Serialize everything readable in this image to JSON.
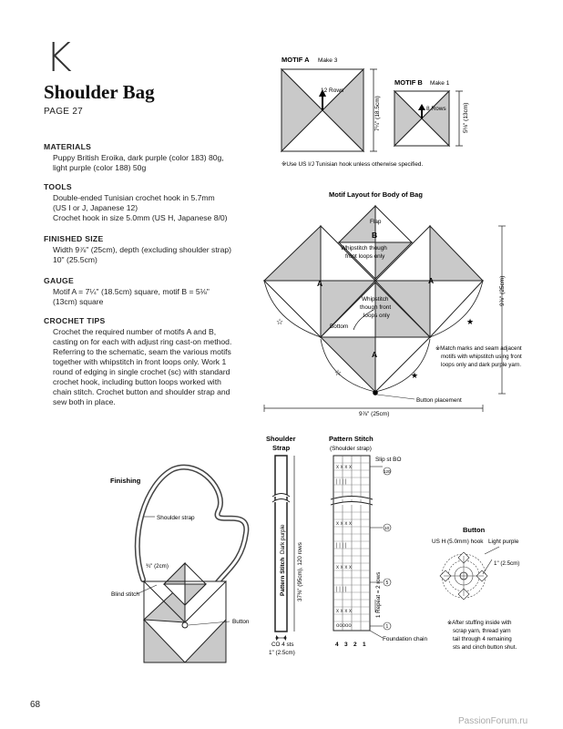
{
  "header": {
    "letter": "K",
    "title": "Shoulder Bag",
    "page_ref": "PAGE 27"
  },
  "materials": {
    "heading": "MATERIALS",
    "text": "Puppy British Eroika, dark purple (color 183) 80g,\nlight purple (color 188) 50g"
  },
  "tools": {
    "heading": "TOOLS",
    "text": "Double-ended Tunisian crochet hook in 5.7mm\n(US I or J, Japanese 12)\nCrochet hook in size 5.0mm (US H, Japanese 8/0)"
  },
  "finished_size": {
    "heading": "FINISHED SIZE",
    "text": "Width 9⅞\" (25cm), depth (excluding shoulder strap)\n10\" (25.5cm)"
  },
  "gauge": {
    "heading": "GAUGE",
    "text": "Motif A = 7¼\" (18.5cm) square, motif B = 5⅛\"\n(13cm) square"
  },
  "crochet_tips": {
    "heading": "CROCHET TIPS",
    "text": "Crochet the required number of motifs A and B,\ncasting on for each with adjust ring cast-on method.\nReferring to the schematic, seam the various motifs\ntogether with whipstitch in front loops only. Work 1\nround of edging in single crochet (sc) with standard\ncrochet hook, including button loops worked with\nchain stitch. Crochet button and shoulder strap and\nsew both in place."
  },
  "motif_a": {
    "label": "MOTIF A",
    "make": "Make 3",
    "rows": "12 Rows",
    "size": "7¼\" (18.5cm)"
  },
  "motif_b": {
    "label": "MOTIF B",
    "make": "Make 1",
    "rows": "8 Rows",
    "size": "5⅛\" (13cm)"
  },
  "hook_note": "※Use US I/J Tunisian hook unless otherwise specified.",
  "layout": {
    "title": "Motif Layout for Body of Bag",
    "flap": "Flap",
    "b": "B",
    "whip1a": "Whipstitch though",
    "whip1b": "front loops only",
    "a_left": "A",
    "a_right": "A",
    "a_bottom": "A",
    "whip2a": "Whipstitch",
    "whip2b": "though front",
    "whip2c": "loops only",
    "bottom": "Bottom",
    "depth": "9⅞\" (25cm)",
    "width": "9⅞\" (25cm)",
    "button_placement": "Button placement",
    "match_a": "※Match marks and seam adjacent",
    "match_b": "motifs with whipstitch using front",
    "match_c": "loops only and dark purple yarn."
  },
  "finishing": {
    "title": "Finishing",
    "shoulder_strap": "Shoulder strap",
    "blind_stitch": "Blind stitch",
    "button": "Button",
    "measure": "¾\" (2cm)"
  },
  "strap": {
    "title_a": "Shoulder",
    "title_b": "Strap",
    "pattern": "Pattern Stitch",
    "color": "Dark purple",
    "length": "37⅜\" (95cm), 120 rows",
    "co": "CO 4 sts",
    "width": "1\" (2.5cm)"
  },
  "pattern_stitch": {
    "title": "Pattern Stitch",
    "subtitle": "(Shoulder strap)",
    "slip": "Slip st BO",
    "row120": "120",
    "row10": "10",
    "row5": "5",
    "row1": "1",
    "repeat": "1 Repeat = 2 rows",
    "foundation": "Foundation chain",
    "cols": [
      "4",
      "3",
      "2",
      "1"
    ]
  },
  "button": {
    "title": "Button",
    "hook": "US H (5.0mm) hook",
    "color": "Light purple",
    "size": "1\" (2.5cm)",
    "note_a": "※After stuffing inside with",
    "note_b": "scrap yarn, thread yarn",
    "note_c": "tail through 4 remaining",
    "note_d": "sts and cinch button shut."
  },
  "footer": {
    "page_number": "68",
    "watermark": "PassionForum.ru"
  },
  "colors": {
    "light_fill": "#c9c9c9",
    "line": "#222222"
  }
}
